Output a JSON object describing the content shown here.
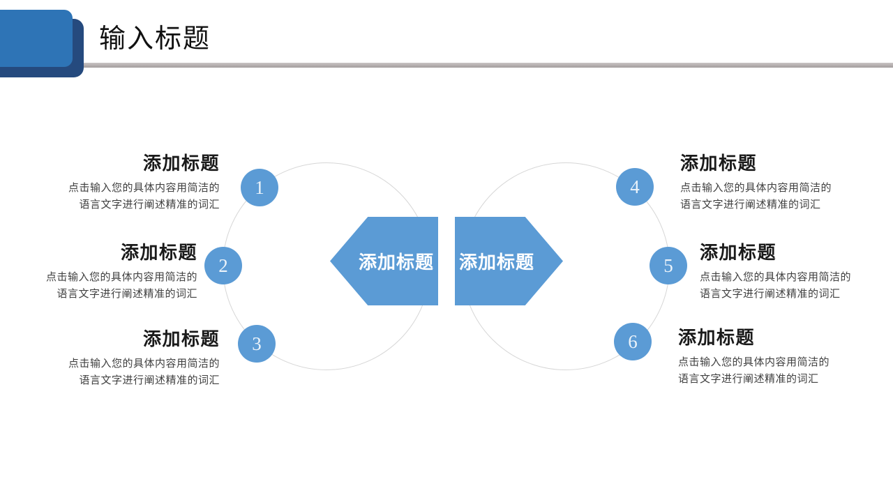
{
  "slide": {
    "title": "输入标题",
    "center": {
      "left_arrow_label": "添加标题",
      "right_arrow_label": "添加标题"
    },
    "items": [
      {
        "number": "1",
        "title": "添加标题",
        "desc_line1": "点击输入您的具体内容用简洁的",
        "desc_line2": "语言文字进行阐述精准的词汇"
      },
      {
        "number": "2",
        "title": "添加标题",
        "desc_line1": "点击输入您的具体内容用简洁的",
        "desc_line2": "语言文字进行阐述精准的词汇"
      },
      {
        "number": "3",
        "title": "添加标题",
        "desc_line1": "点击输入您的具体内容用简洁的",
        "desc_line2": "语言文字进行阐述精准的词汇"
      },
      {
        "number": "4",
        "title": "添加标题",
        "desc_line1": "点击输入您的具体内容用简洁的",
        "desc_line2": "语言文字进行阐述精准的词汇"
      },
      {
        "number": "5",
        "title": "添加标题",
        "desc_line1": "点击输入您的具体内容用简洁的",
        "desc_line2": "语言文字进行阐述精准的词汇"
      },
      {
        "number": "6",
        "title": "添加标题",
        "desc_line1": "点击输入您的具体内容用简洁的",
        "desc_line2": "语言文字进行阐述精准的词汇"
      }
    ],
    "colors": {
      "accent": "#5b9bd5",
      "header_front": "#2e74b6",
      "header_back": "#254a7e",
      "divider": "#aca6a6",
      "circle_outline": "#d6d6d6"
    }
  }
}
